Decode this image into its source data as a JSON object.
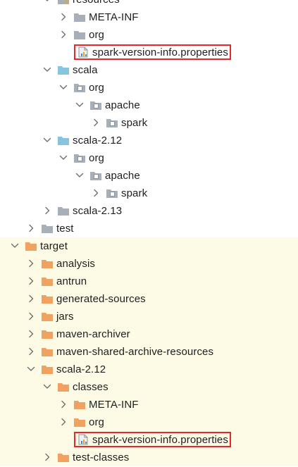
{
  "tree": [
    {
      "label": "resources",
      "icon": "resources-folder-icon",
      "expanded": true,
      "depth": 2
    },
    {
      "label": "META-INF",
      "icon": "folder-icon",
      "expanded": false,
      "depth": 3
    },
    {
      "label": "org",
      "icon": "folder-icon",
      "expanded": false,
      "depth": 3
    },
    {
      "label": "spark-version-info.properties",
      "icon": "properties-file-icon",
      "file": true,
      "highlight": true,
      "depth": 4
    },
    {
      "label": "scala",
      "icon": "source-root-folder-icon",
      "expanded": true,
      "depth": 2
    },
    {
      "label": "org",
      "icon": "package-icon",
      "expanded": true,
      "depth": 3
    },
    {
      "label": "apache",
      "icon": "package-icon",
      "expanded": true,
      "depth": 4
    },
    {
      "label": "spark",
      "icon": "package-icon",
      "expanded": false,
      "depth": 5
    },
    {
      "label": "scala-2.12",
      "icon": "source-root-folder-icon",
      "expanded": true,
      "depth": 2
    },
    {
      "label": "org",
      "icon": "package-icon",
      "expanded": true,
      "depth": 3
    },
    {
      "label": "apache",
      "icon": "package-icon",
      "expanded": true,
      "depth": 4
    },
    {
      "label": "spark",
      "icon": "package-icon",
      "expanded": false,
      "depth": 5
    },
    {
      "label": "scala-2.13",
      "icon": "folder-icon",
      "expanded": false,
      "depth": 2
    },
    {
      "label": "test",
      "icon": "folder-icon",
      "expanded": false,
      "depth": 1
    },
    {
      "label": "target",
      "icon": "excluded-folder-icon",
      "expanded": true,
      "depth": 0,
      "excluded": true
    },
    {
      "label": "analysis",
      "icon": "excluded-folder-icon",
      "expanded": false,
      "depth": 1,
      "excluded": true
    },
    {
      "label": "antrun",
      "icon": "excluded-folder-icon",
      "expanded": false,
      "depth": 1,
      "excluded": true
    },
    {
      "label": "generated-sources",
      "icon": "excluded-folder-icon",
      "expanded": false,
      "depth": 1,
      "excluded": true
    },
    {
      "label": "jars",
      "icon": "excluded-folder-icon",
      "expanded": false,
      "depth": 1,
      "excluded": true
    },
    {
      "label": "maven-archiver",
      "icon": "excluded-folder-icon",
      "expanded": false,
      "depth": 1,
      "excluded": true
    },
    {
      "label": "maven-shared-archive-resources",
      "icon": "excluded-folder-icon",
      "expanded": false,
      "depth": 1,
      "excluded": true
    },
    {
      "label": "scala-2.12",
      "icon": "excluded-folder-icon",
      "expanded": true,
      "depth": 1,
      "excluded": true
    },
    {
      "label": "classes",
      "icon": "excluded-folder-icon",
      "expanded": true,
      "depth": 2,
      "excluded": true
    },
    {
      "label": "META-INF",
      "icon": "excluded-folder-icon",
      "expanded": false,
      "depth": 3,
      "excluded": true
    },
    {
      "label": "org",
      "icon": "excluded-folder-icon",
      "expanded": false,
      "depth": 3,
      "excluded": true
    },
    {
      "label": "spark-version-info.properties",
      "icon": "properties-file-icon",
      "file": true,
      "highlight": true,
      "depth": 4,
      "excluded": true
    },
    {
      "label": "test-classes",
      "icon": "excluded-folder-icon",
      "expanded": false,
      "depth": 2,
      "excluded": true
    }
  ],
  "colors": {
    "folder_gray": "#a7b0b8",
    "folder_blue": "#86c5e0",
    "folder_orange": "#f0a361",
    "chevron": "#6e6e6e",
    "highlight_border": "#e8262b",
    "excluded_bg": "#fdfbe6"
  }
}
